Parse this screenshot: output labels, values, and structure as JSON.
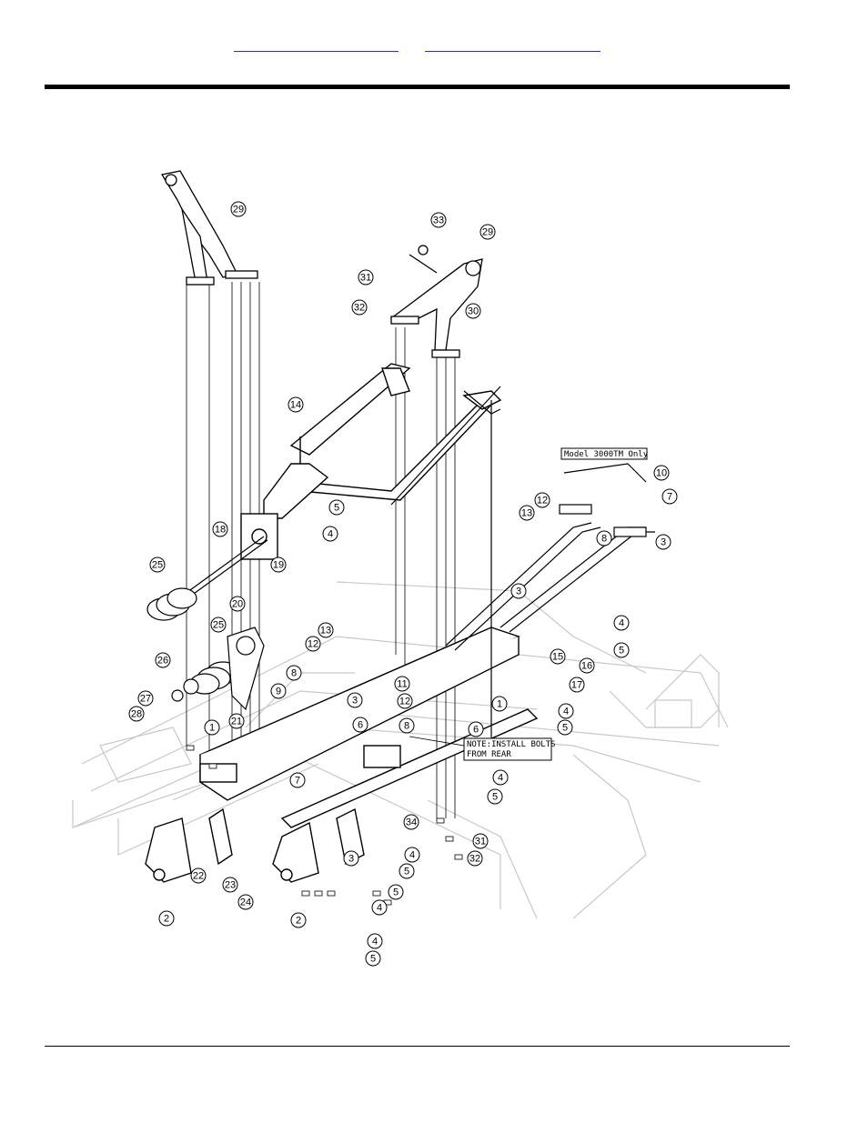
{
  "header": {
    "links": [
      {
        "text": ""
      },
      {
        "text": ""
      }
    ]
  },
  "drawing": {
    "notes": [
      {
        "text": "Model 3000TM Only"
      },
      {
        "text": "NOTE:INSTALL BOLTS"
      },
      {
        "text": "FROM REAR"
      }
    ],
    "callouts": [
      {
        "label": "29"
      },
      {
        "label": "33"
      },
      {
        "label": "29"
      },
      {
        "label": "31"
      },
      {
        "label": "32"
      },
      {
        "label": "30"
      },
      {
        "label": "14"
      },
      {
        "label": "10"
      },
      {
        "label": "7"
      },
      {
        "label": "12"
      },
      {
        "label": "13"
      },
      {
        "label": "8"
      },
      {
        "label": "3"
      },
      {
        "label": "5"
      },
      {
        "label": "4"
      },
      {
        "label": "18"
      },
      {
        "label": "19"
      },
      {
        "label": "25"
      },
      {
        "label": "20"
      },
      {
        "label": "25"
      },
      {
        "label": "3"
      },
      {
        "label": "4"
      },
      {
        "label": "5"
      },
      {
        "label": "13"
      },
      {
        "label": "12"
      },
      {
        "label": "15"
      },
      {
        "label": "16"
      },
      {
        "label": "26"
      },
      {
        "label": "8"
      },
      {
        "label": "11"
      },
      {
        "label": "17"
      },
      {
        "label": "9"
      },
      {
        "label": "3"
      },
      {
        "label": "12"
      },
      {
        "label": "1"
      },
      {
        "label": "27"
      },
      {
        "label": "28"
      },
      {
        "label": "8"
      },
      {
        "label": "4"
      },
      {
        "label": "21"
      },
      {
        "label": "6"
      },
      {
        "label": "6"
      },
      {
        "label": "5"
      },
      {
        "label": "1"
      },
      {
        "label": "7"
      },
      {
        "label": "4"
      },
      {
        "label": "5"
      },
      {
        "label": "34"
      },
      {
        "label": "31"
      },
      {
        "label": "32"
      },
      {
        "label": "3"
      },
      {
        "label": "4"
      },
      {
        "label": "22"
      },
      {
        "label": "23"
      },
      {
        "label": "5"
      },
      {
        "label": "5"
      },
      {
        "label": "24"
      },
      {
        "label": "4"
      },
      {
        "label": "2"
      },
      {
        "label": "2"
      },
      {
        "label": "4"
      },
      {
        "label": "5"
      }
    ]
  }
}
